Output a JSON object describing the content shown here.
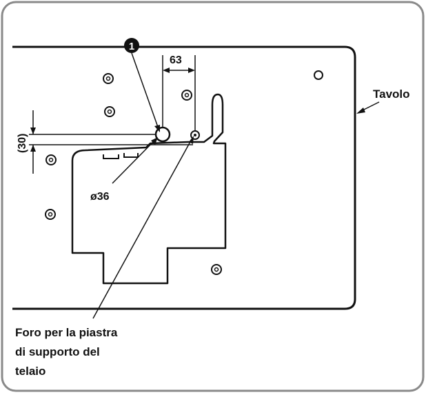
{
  "callout": {
    "number": "1"
  },
  "dimensions": {
    "horizontal": "63",
    "vertical": "(30)",
    "diameter": "ø36"
  },
  "labels": {
    "table": "Tavolo",
    "hole_line_1": "Foro per la piastra",
    "hole_line_2": "di supporto del",
    "hole_line_3": "telaio"
  }
}
